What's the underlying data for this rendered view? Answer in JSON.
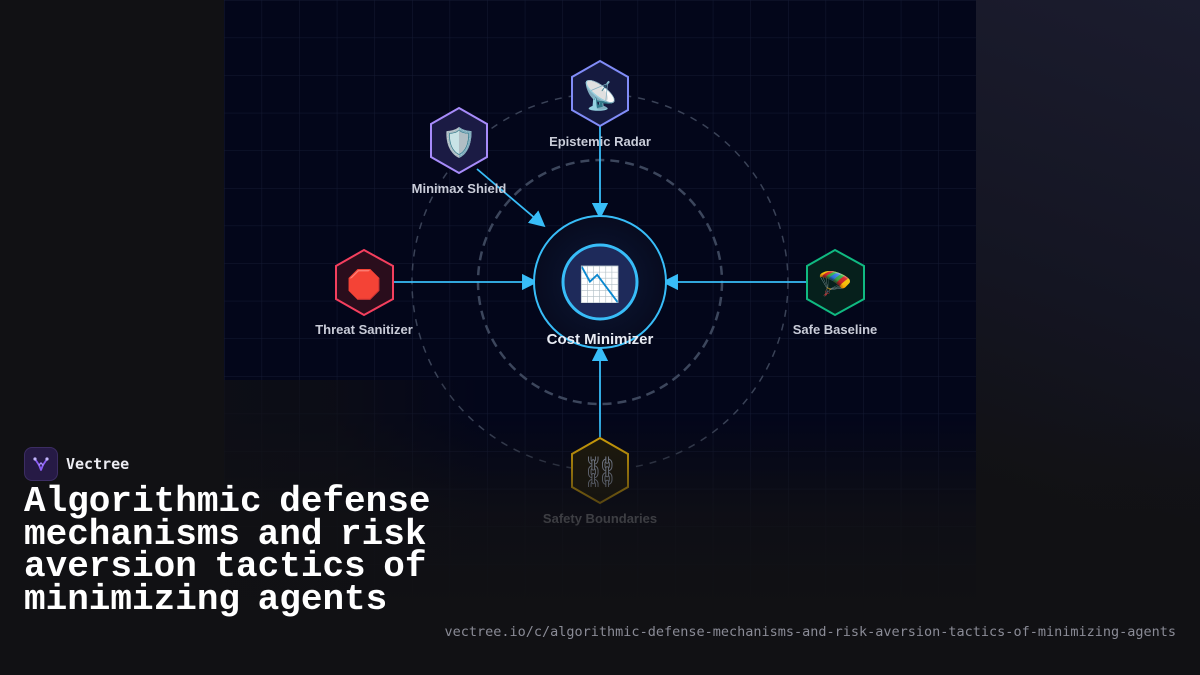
{
  "brand": {
    "name": "Vectree",
    "accent": "#7c3aed"
  },
  "headline": "Algorithmic defense mechanisms and risk aversion tactics of minimizing agents",
  "url": "vectree.io/c/algorithmic-defense-mechanisms-and-risk-aversion-tactics-of-minimizing-agents",
  "diagram": {
    "center": {
      "label": "Cost Minimizer",
      "icon": "chart-decreasing-icon",
      "glyph": "📉",
      "color": "#38bdf8"
    },
    "nodes": [
      {
        "id": "epistemic-radar",
        "label": "Epistemic Radar",
        "icon": "satellite-dish-icon",
        "glyph": "📡",
        "color": "#818cf8"
      },
      {
        "id": "minimax-shield",
        "label": "Minimax Shield",
        "icon": "shield-icon",
        "glyph": "🛡️",
        "color": "#a78bfa"
      },
      {
        "id": "threat-sanitizer",
        "label": "Threat Sanitizer",
        "icon": "stop-sign-icon",
        "glyph": "🛑",
        "color": "#f43f5e"
      },
      {
        "id": "safe-baseline",
        "label": "Safe Baseline",
        "icon": "parachute-icon",
        "glyph": "🪂",
        "color": "#10b981"
      },
      {
        "id": "safety-boundaries",
        "label": "Safety Boundaries",
        "icon": "chains-icon",
        "glyph": "⛓",
        "color": "#eab308"
      }
    ]
  }
}
